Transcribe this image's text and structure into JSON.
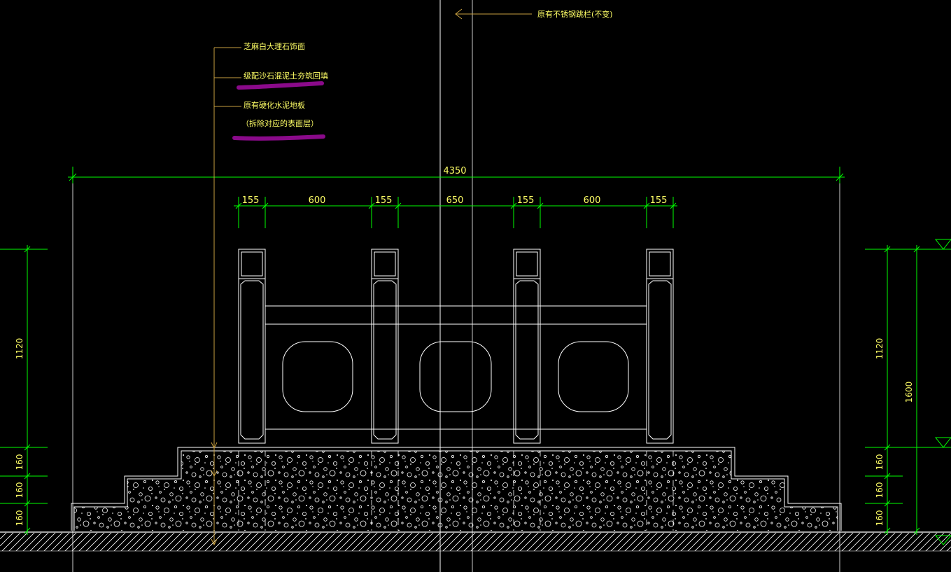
{
  "notes": {
    "top": "原有不锈钢跳栏(不变)",
    "layer1": "芝麻白大理石饰面",
    "layer2": "级配沙石混泥土夯筑回填",
    "layer3": "原有硬化水泥地板",
    "layer3b": "（拆除对应的表面层）"
  },
  "dims": {
    "total": "4350",
    "segments": [
      "155",
      "600",
      "155",
      "650",
      "155",
      "600",
      "155"
    ],
    "left": [
      "1120",
      "160",
      "160",
      "160"
    ],
    "right": [
      "1120",
      "160",
      "160",
      "160"
    ],
    "right_total": "1600"
  },
  "colors": {
    "background": "#000000",
    "drawing": "#ffffff",
    "dimension": "#00ff00",
    "text": "#ffff66",
    "leader": "#c8a040",
    "highlight": "#8a0a8a",
    "centerline": "#ffffff"
  }
}
